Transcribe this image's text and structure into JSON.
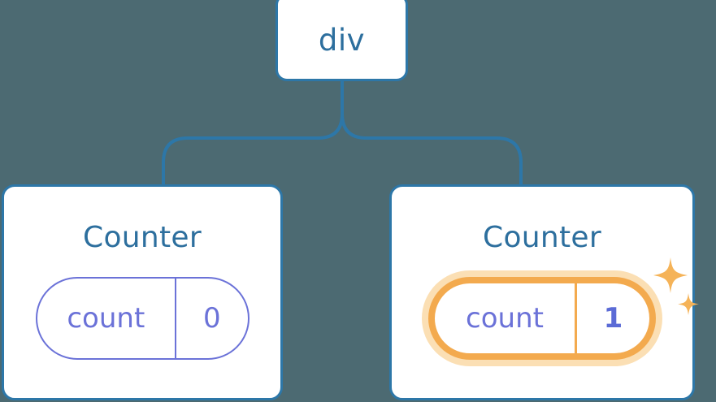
{
  "diagram": {
    "type": "component-tree",
    "background_color": "#4c6a72",
    "node_border_color": "#2d77a8",
    "node_text_color": "#2d6f9e",
    "state_color": "#6b72d8",
    "highlight_color": "#f3aa4e",
    "highlight_halo_color": "#fbdfb4",
    "connector_color": "#2d77a8"
  },
  "root": {
    "label": "div"
  },
  "children": [
    {
      "title": "Counter",
      "state": {
        "key": "count",
        "value": "0"
      },
      "highlighted": false,
      "sparkles": false
    },
    {
      "title": "Counter",
      "state": {
        "key": "count",
        "value": "1"
      },
      "highlighted": true,
      "sparkles": true,
      "sparkle_icons": [
        "sparkle-large",
        "sparkle-small"
      ]
    }
  ]
}
